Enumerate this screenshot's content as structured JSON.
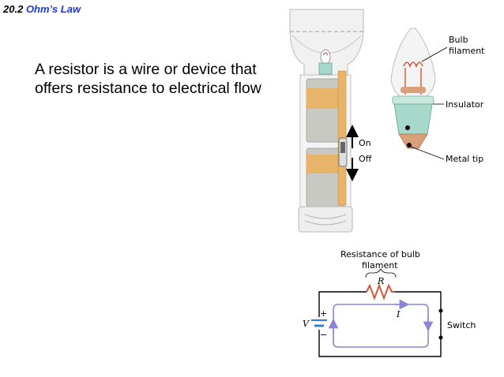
{
  "slide": {
    "section_number": "20.2",
    "section_title": "Ohm’s Law",
    "body_lines": [
      "A resistor is a wire or device that",
      "offers resistance to electrical flow"
    ]
  },
  "figure": {
    "switch_labels": {
      "on": "On",
      "off": "Off"
    },
    "bulb_labels": {
      "bulb_filament_line1": "Bulb",
      "bulb_filament_line2": "filament",
      "insulator": "Insulator",
      "metal_tip": "Metal tip"
    },
    "circuit": {
      "resistance_caption_line1": "Resistance of bulb",
      "resistance_caption_line2": "filament",
      "resistor_symbol": "R",
      "current_symbol": "I",
      "voltage_symbol": "V",
      "plus_sign": "+",
      "minus_sign": "−",
      "switch_label": "Switch"
    },
    "colors": {
      "section_title": "#1a3bd6",
      "battery_tan": "#e8b46a",
      "battery_gray": "#c9c9c4",
      "flashlight_glass": "#f1f1f1",
      "filament": "#d4553a",
      "insulator": "#a6d9c9",
      "current_arrow": "#8c86d6"
    }
  }
}
